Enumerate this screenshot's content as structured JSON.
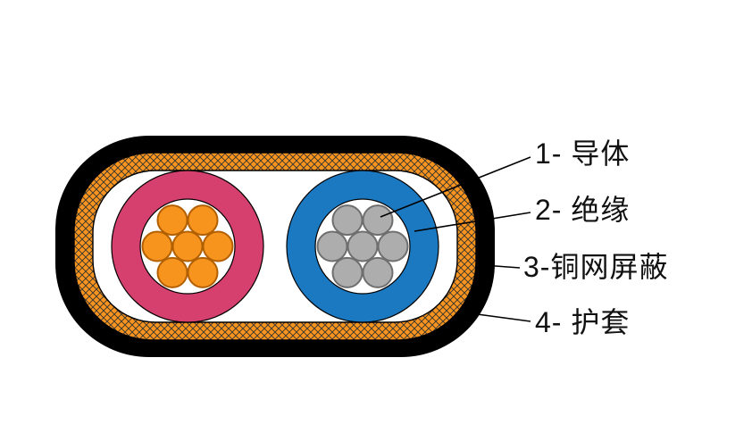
{
  "page": {
    "background": "#ffffff"
  },
  "diagram": {
    "type": "flat-cable-cross-section",
    "labels": [
      {
        "text": "1- 导体"
      },
      {
        "text": "2- 绝缘"
      },
      {
        "text": "3-铜网屏蔽"
      },
      {
        "text": "4- 护套"
      }
    ],
    "colors": {
      "sheath": "#000000",
      "shield": "#F7941E",
      "shield_hatch": "#333333",
      "interior": "#FFFFFF",
      "insulation_left": "#D5406E",
      "insulation_right": "#1B79C2",
      "strand_left": "#F7941E",
      "strand_left_edge": "#B25F00",
      "strand_right": "#ADADAD",
      "strand_right_edge": "#6E6E6E",
      "line": "#000000"
    }
  }
}
